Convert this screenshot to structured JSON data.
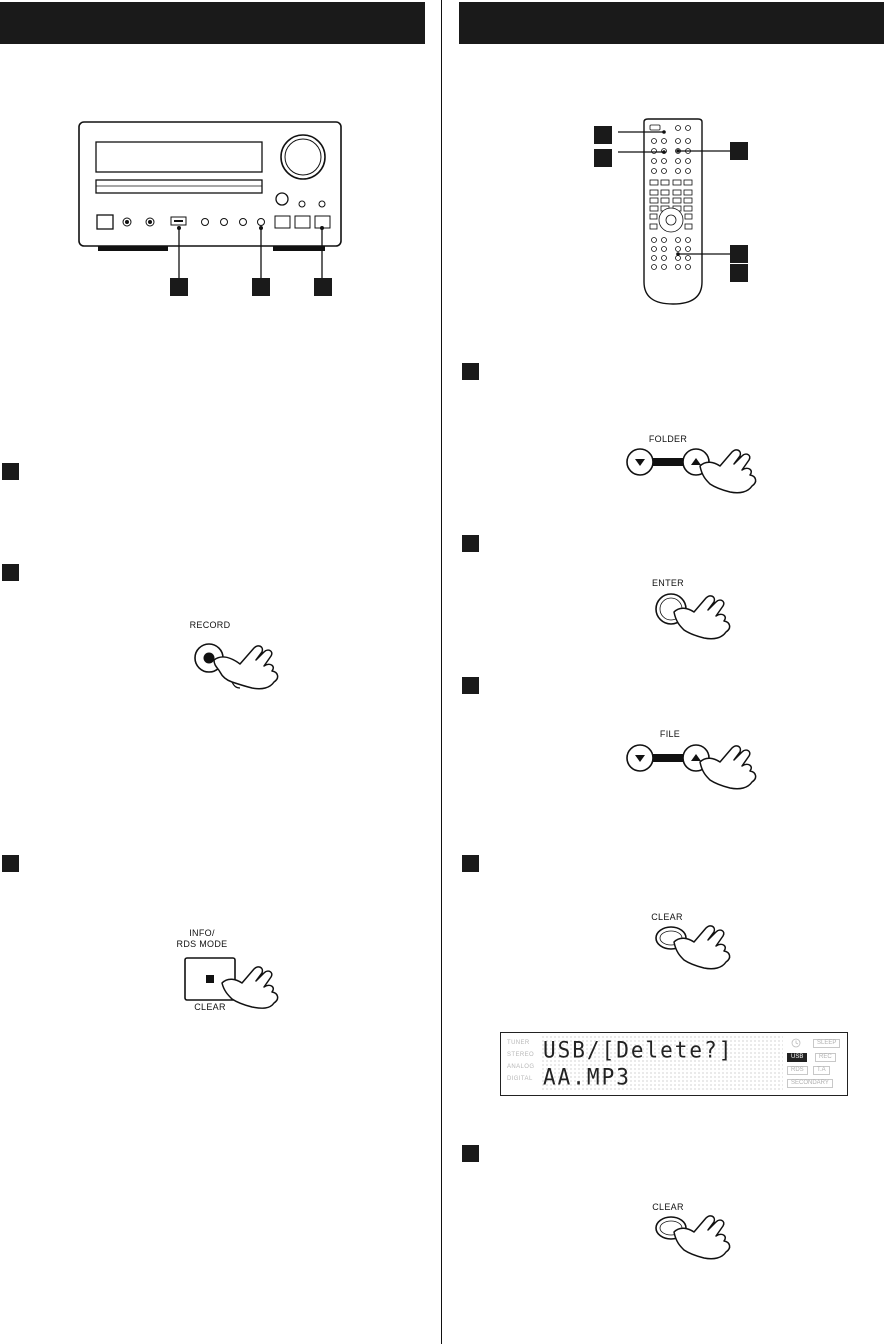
{
  "labels": {
    "record": "RECORD",
    "info_rds_mode": "INFO/\nRDS MODE",
    "clear_under": "CLEAR",
    "folder": "FOLDER",
    "enter": "ENTER",
    "file": "FILE",
    "clear_1": "CLEAR",
    "clear_2": "CLEAR"
  },
  "display": {
    "line1": "USB/[Delete?]",
    "line2": "AA.MP3",
    "left_indicators": [
      "TUNER",
      "STEREO",
      "ANALOG",
      "DIGITAL"
    ],
    "right_indicators": [
      "SLEEP",
      "USB",
      "REC",
      "RDS",
      "T.A",
      "SECONDARY"
    ],
    "active_indicator": "USB"
  }
}
